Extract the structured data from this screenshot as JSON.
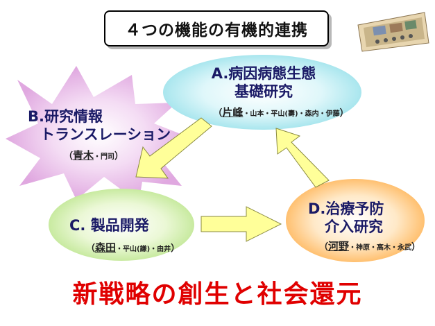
{
  "title": "４つの機能の有機的連携",
  "nodes": {
    "a": {
      "line1": "A.病因病態生態",
      "line2": "基礎研究",
      "lead": "片峰",
      "rest": "・山本・平山(壽)・森内・伊藤"
    },
    "b": {
      "line1": "B.研究情報",
      "line2": "トランスレーション",
      "lead": "青木",
      "rest": "・門司"
    },
    "c": {
      "line1": "C. 製品開発",
      "line2": "",
      "lead": "森田",
      "rest": "・平山(謙)・由井"
    },
    "d": {
      "line1": "D.治療予防",
      "line2": "介入研究",
      "lead": "河野",
      "rest": "・神原・高木・永武"
    }
  },
  "slogan": "新戦略の創生と社会還元",
  "colors": {
    "node_a": "#cff3f7",
    "node_b": "#f0c8f0",
    "node_c": "#e3f5c6",
    "node_d": "#ffe0b0",
    "arrow_fill": "#ffff99",
    "arrow_stroke": "#8a8a40",
    "title_text": "#1a1a66",
    "slogan": "#e00000"
  },
  "icons": {
    "corner": "conference-photo-thumbnail"
  }
}
